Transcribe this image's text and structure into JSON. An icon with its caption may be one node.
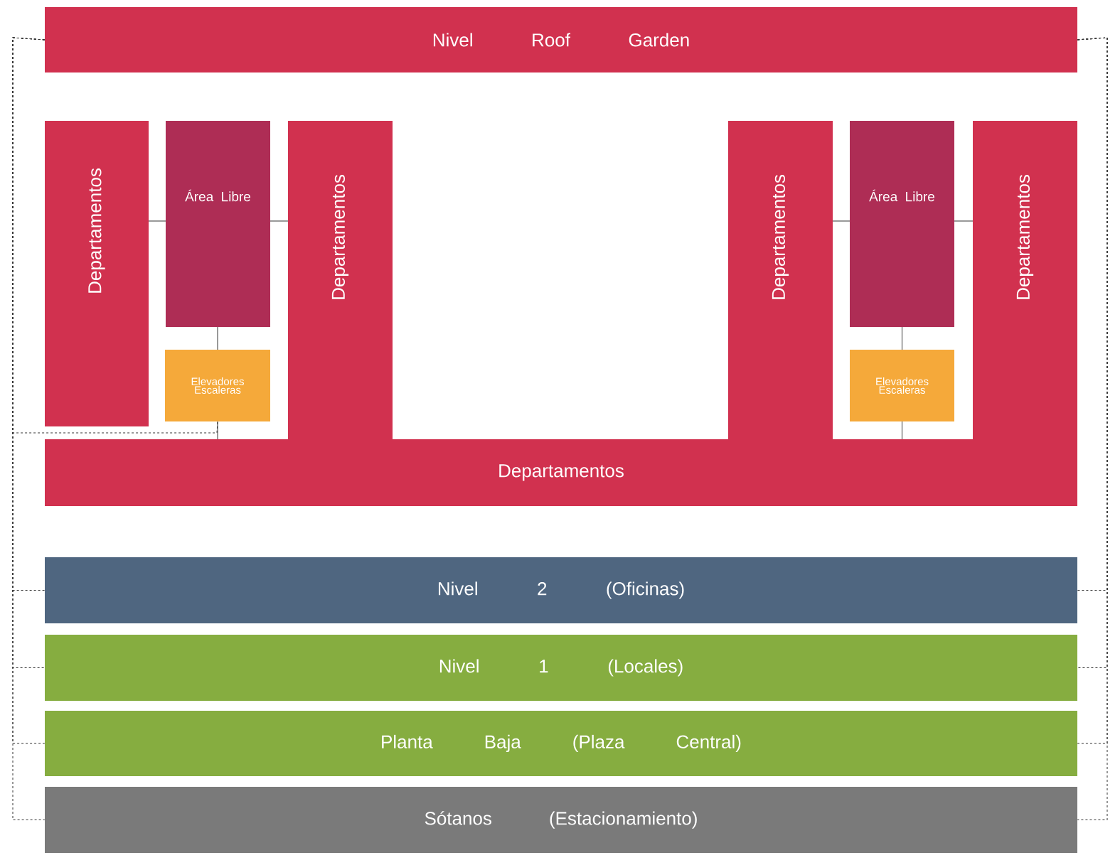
{
  "diagram": {
    "nodes": [
      {
        "text": [
          "Nivel Roof Garden"
        ]
      },
      {
        "text": [
          "Departamentos"
        ]
      },
      {
        "text": [
          "Área Libre"
        ]
      },
      {
        "text": [
          "Elevadores Escaleras"
        ]
      },
      {
        "text": [
          "Departamentos"
        ]
      },
      {
        "text": [
          "Departamentos"
        ]
      },
      {
        "text": [
          "Área Libre"
        ]
      },
      {
        "text": [
          "Elevadores Escaleras"
        ]
      },
      {
        "text": [
          "Departamentos"
        ]
      },
      {
        "text": [
          "Departamentos"
        ]
      },
      {
        "text": [
          "Nivel 2 (Oficinas)"
        ]
      },
      {
        "text": [
          "Nivel 1 (Locales)"
        ]
      },
      {
        "text": [
          "Planta Baja (Plaza Central)"
        ]
      },
      {
        "text": [
          "Sótanos (Estacionamiento)"
        ]
      }
    ],
    "edges": [
      {
        "from": 1,
        "to": 2,
        "arrow": "none"
      },
      {
        "from": 2,
        "to": 4,
        "arrow": "none"
      },
      {
        "from": 2,
        "to": 3,
        "arrow": "none"
      },
      {
        "from": 3,
        "to": 9,
        "arrow": "none"
      },
      {
        "from": 5,
        "to": 6,
        "arrow": "none"
      },
      {
        "from": 6,
        "to": 8,
        "arrow": "none"
      },
      {
        "from": 6,
        "to": 7,
        "arrow": "none"
      },
      {
        "from": 7,
        "to": 9,
        "arrow": "none"
      },
      {
        "from": 0,
        "to": 3,
        "arrow": "none",
        "style": "dashed"
      },
      {
        "from": 0,
        "to": 10,
        "arrow": "none",
        "style": "dashed"
      },
      {
        "from": 0,
        "to": 11,
        "arrow": "none",
        "style": "dashed"
      },
      {
        "from": 0,
        "to": 12,
        "arrow": "none",
        "style": "dashed"
      },
      {
        "from": 0,
        "to": 13,
        "arrow": "none",
        "style": "dashed"
      },
      {
        "from": 0,
        "to": 10,
        "arrow": "none",
        "style": "dashed"
      },
      {
        "from": 0,
        "to": 11,
        "arrow": "none",
        "style": "dashed"
      },
      {
        "from": 0,
        "to": 12,
        "arrow": "none",
        "style": "dashed"
      },
      {
        "from": 0,
        "to": 13,
        "arrow": "none",
        "style": "dashed"
      }
    ]
  }
}
